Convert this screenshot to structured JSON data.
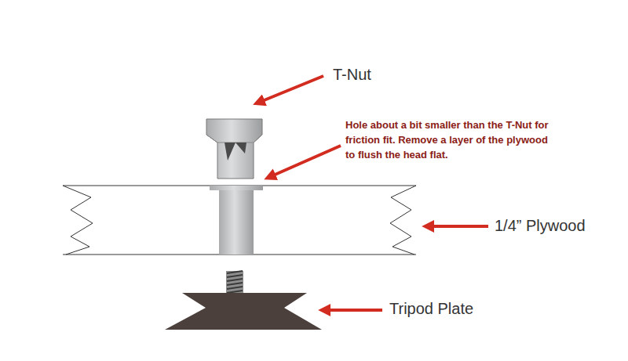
{
  "diagram": {
    "labels": [
      "T-Nut",
      "Hole about a bit smaller than the T-Nut for friction fit. Remove a layer of the plywood to flush the head flat.",
      "1/4” Plywood",
      "Tripod Plate"
    ]
  }
}
